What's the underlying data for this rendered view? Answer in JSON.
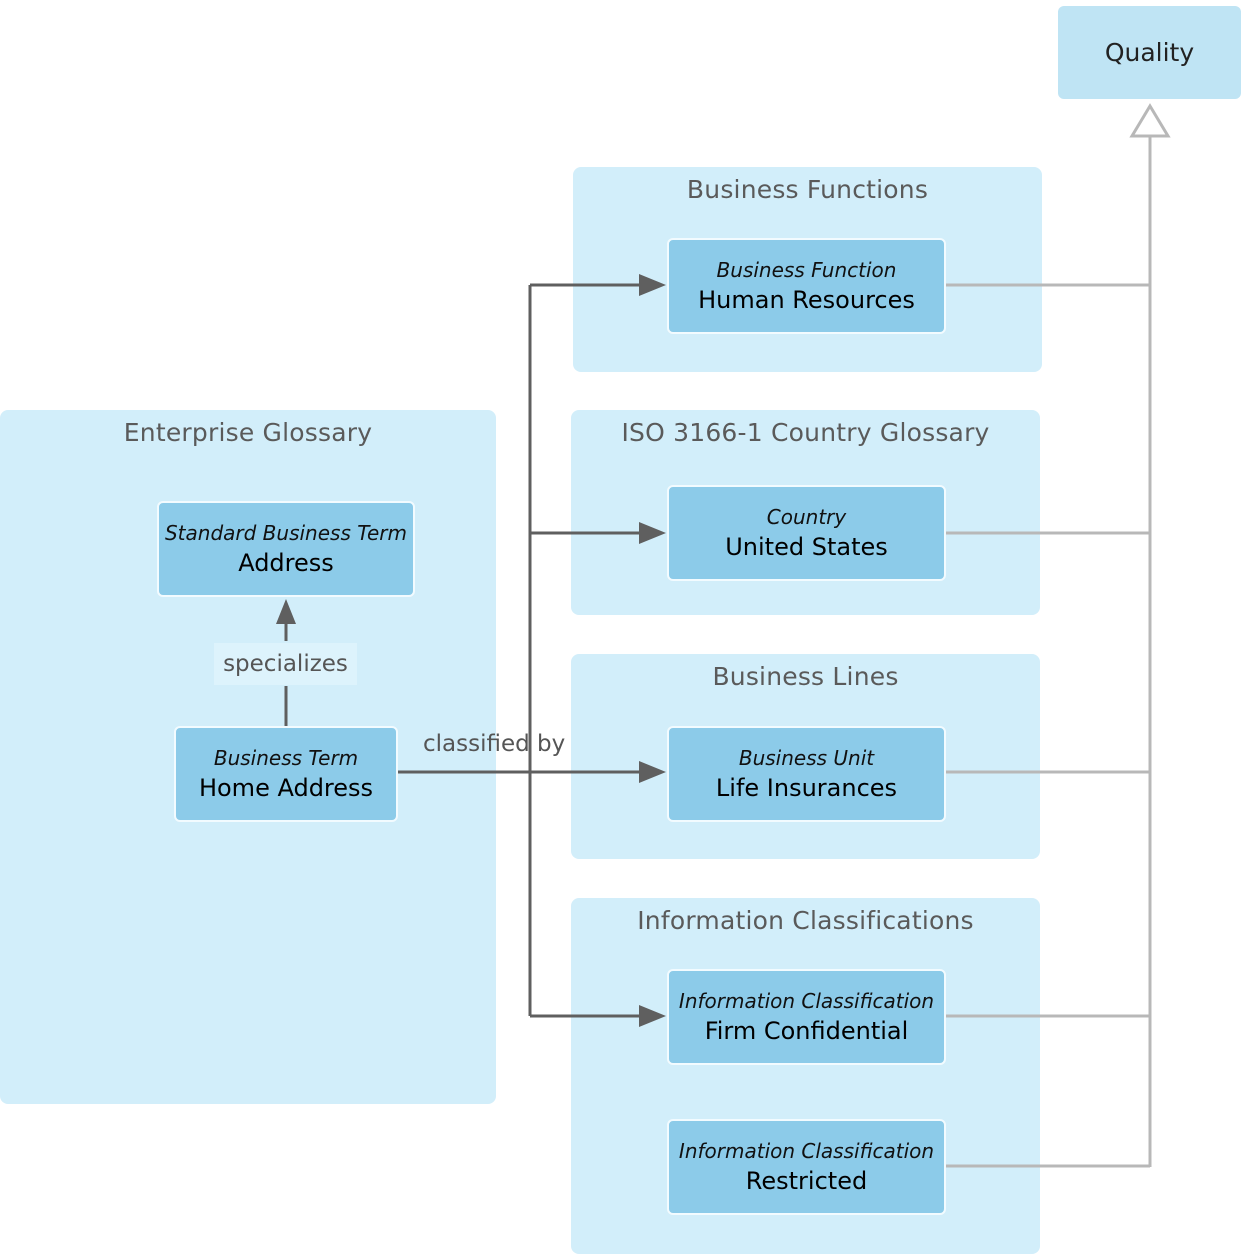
{
  "quality": "Quality",
  "groups": {
    "enterprise": "Enterprise Glossary",
    "functions": "Business Functions",
    "country": "ISO 3166-1 Country Glossary",
    "lines": "Business Lines",
    "classifications": "Information Classifications"
  },
  "nodes": {
    "address": {
      "type": "Standard Business Term",
      "name": "Address"
    },
    "home_address": {
      "type": "Business Term",
      "name": "Home Address"
    },
    "human_resources": {
      "type": "Business Function",
      "name": "Human Resources"
    },
    "united_states": {
      "type": "Country",
      "name": "United States"
    },
    "life_insurances": {
      "type": "Business Unit",
      "name": "Life Insurances"
    },
    "firm_confidential": {
      "type": "Information Classification",
      "name": "Firm Confidential"
    },
    "restricted": {
      "type": "Information Classification",
      "name": "Restricted"
    }
  },
  "edges": {
    "specializes": "specializes",
    "classified_by": "classified by"
  },
  "colors": {
    "group_bg": "#d2eefa",
    "node_bg": "#8ccbe9",
    "dark_edge": "#5f5f5f",
    "light_edge": "#b8b8b8"
  }
}
